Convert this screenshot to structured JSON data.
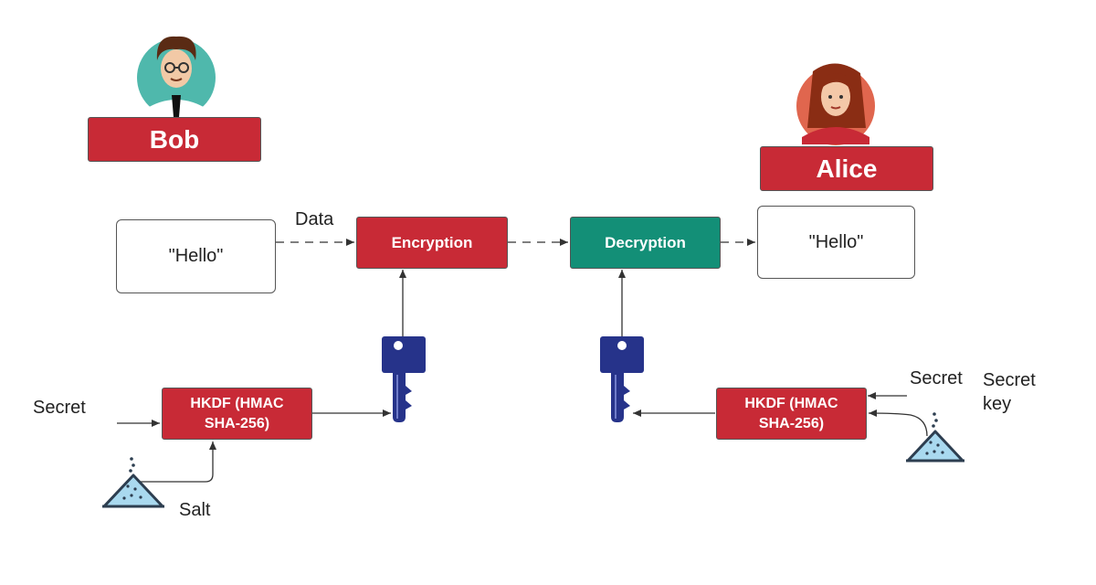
{
  "bob": {
    "name": "Bob",
    "message": "\"Hello\""
  },
  "alice": {
    "name": "Alice",
    "message": "\"Hello\""
  },
  "flow": {
    "data_label": "Data",
    "encryption": "Encryption",
    "decryption": "Decryption"
  },
  "bob_kdf": {
    "label": "HKDF (HMAC\nSHA-256)",
    "secret_label": "Secret",
    "salt_label": "Salt"
  },
  "alice_kdf": {
    "label": "HKDF (HMAC\nSHA-256)",
    "secret_label": "Secret",
    "secret_key_label": "Secret\nkey"
  },
  "colors": {
    "banner_red": "#c82a36",
    "decryption_teal": "#138f77",
    "key_blue": "#26338a",
    "salt_blue": "#a9d9ef",
    "bob_avatar_bg": "#4fb8ac",
    "alice_avatar_bg": "#e0664e"
  },
  "icons": [
    "bob-avatar-icon",
    "alice-avatar-icon",
    "key-icon",
    "salt-pile-icon"
  ]
}
